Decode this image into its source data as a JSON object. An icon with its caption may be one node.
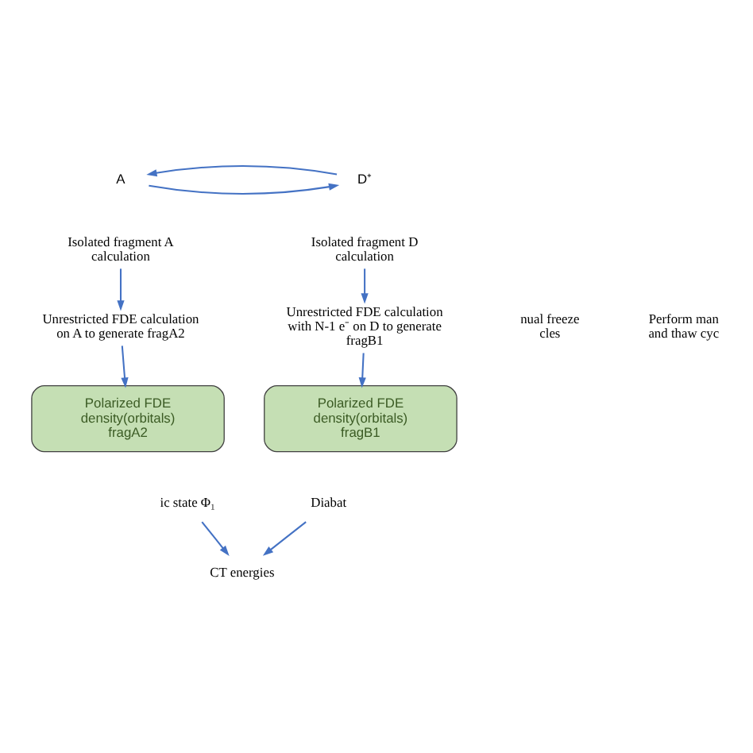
{
  "diagram": {
    "nodes": [
      {
        "text": [
          "A"
        ]
      },
      {
        "text": [
          "D⁺"
        ]
      },
      {
        "text": [
          "Isolated fragment A calculation"
        ]
      },
      {
        "text": [
          "Isolated fragment D calculation"
        ]
      },
      {
        "text": [
          "Unrestricted FDE calculation on A to generate fragA2"
        ]
      },
      {
        "text": [
          "Unrestricted FDE calculation with N-1 e⁻ on D to generate fragB1"
        ]
      },
      {
        "text": [
          "Polarized FDE density(orbitals) fragA2"
        ]
      },
      {
        "text": [
          "Polarized FDE density(orbitals) fragB1"
        ]
      },
      {
        "text": [
          "ic state Φ₁"
        ]
      },
      {
        "text": [
          "Diabat"
        ]
      },
      {
        "text": [
          "CT energies"
        ]
      }
    ],
    "edges": [
      {
        "from": 0,
        "to": 1,
        "arrow": "to"
      },
      {
        "from": 1,
        "to": 0,
        "arrow": "to"
      },
      {
        "from": 2,
        "to": 4,
        "arrow": "to"
      },
      {
        "from": 3,
        "to": 5,
        "arrow": "to"
      },
      {
        "from": 4,
        "to": 6,
        "arrow": "to"
      },
      {
        "from": 5,
        "to": 7,
        "arrow": "to"
      },
      {
        "from": 8,
        "to": 10,
        "arrow": "to"
      },
      {
        "from": 9,
        "to": 10,
        "arrow": "to"
      }
    ],
    "labels": [
      "nual freeze cles",
      "Perform man and thaw cyc"
    ]
  }
}
